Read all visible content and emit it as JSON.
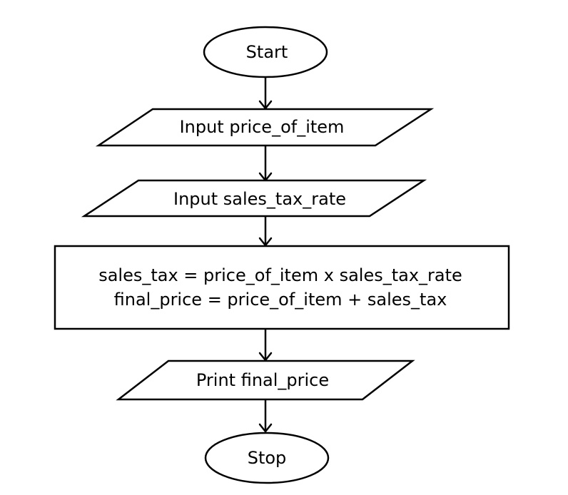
{
  "flowchart": {
    "start": "Start",
    "input_price": "Input price_of_item",
    "input_rate": "Input sales_tax_rate",
    "process_line_1": "sales_tax = price_of_item x sales_tax_rate",
    "process_line_2": "final_price = price_of_item + sales_tax",
    "print_output": "Print final_price",
    "stop": "Stop"
  }
}
